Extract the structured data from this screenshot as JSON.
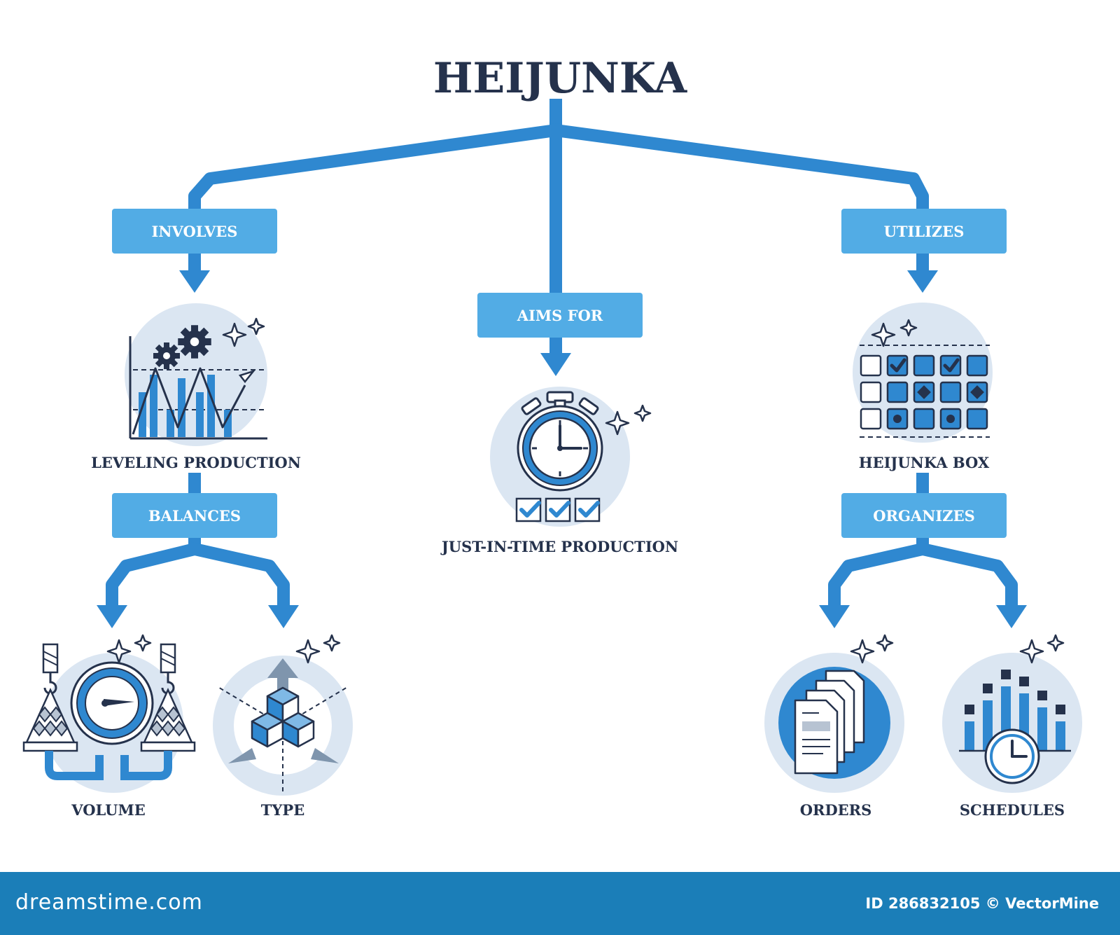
{
  "title": "HEIJUNKA",
  "colors": {
    "flow": "#2f88d0",
    "box": "#52ace5",
    "circle": "#dbe6f2",
    "ink": "#25324c",
    "accent": "#2f88d0",
    "footer": "#1b7eb8"
  },
  "relations": {
    "involves": "INVOLVES",
    "aims_for": "AIMS FOR",
    "utilizes": "UTILIZES",
    "balances": "BALANCES",
    "organizes": "ORGANIZES"
  },
  "nodes": {
    "leveling": {
      "label": "LEVELING PRODUCTION",
      "icon": "leveling-chart-gears-icon"
    },
    "jit": {
      "label": "JUST-IN-TIME PRODUCTION",
      "icon": "stopwatch-checklist-icon"
    },
    "box": {
      "label": "HEIJUNKA BOX",
      "icon": "scheduling-grid-icon"
    },
    "volume": {
      "label": "VOLUME",
      "icon": "scale-gauge-icon"
    },
    "type": {
      "label": "TYPE",
      "icon": "cube-stack-icon"
    },
    "orders": {
      "label": "ORDERS",
      "icon": "documents-stack-icon"
    },
    "schedules": {
      "label": "SCHEDULES",
      "icon": "bar-chart-clock-icon"
    }
  },
  "footer": {
    "brand": "dreamstime.com",
    "id_text": "ID 286832105 © VectorMine"
  }
}
